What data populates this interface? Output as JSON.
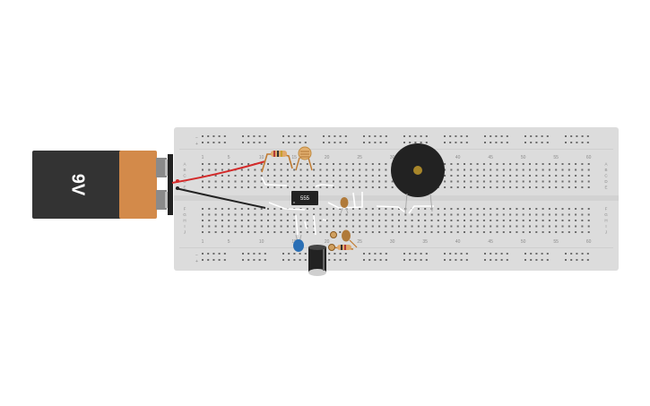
{
  "battery": {
    "label": "9V",
    "body_color": "#333333",
    "cap_color": "#d38a4a"
  },
  "chip": {
    "label": "555"
  },
  "breadboard": {
    "color": "#dcdcdc",
    "column_numbers": [
      "1",
      "5",
      "10",
      "15",
      "20",
      "25",
      "30",
      "35",
      "40",
      "45",
      "50",
      "55",
      "60"
    ],
    "top_rows": [
      "A",
      "B",
      "C",
      "D",
      "E"
    ],
    "bottom_rows": [
      "F",
      "G",
      "H",
      "I",
      "J"
    ],
    "rail_plus": "+",
    "rail_minus": "−"
  },
  "wires": {
    "positive_color": "#d32a2a",
    "negative_color": "#222222",
    "jumper_color": "#ffffff"
  },
  "buzzer": {
    "color": "#222222",
    "center_color": "#a8862a"
  },
  "capacitor_electrolytic": {
    "color": "#222222"
  },
  "capacitor_ceramic": {
    "color": "#2a6fb5"
  }
}
